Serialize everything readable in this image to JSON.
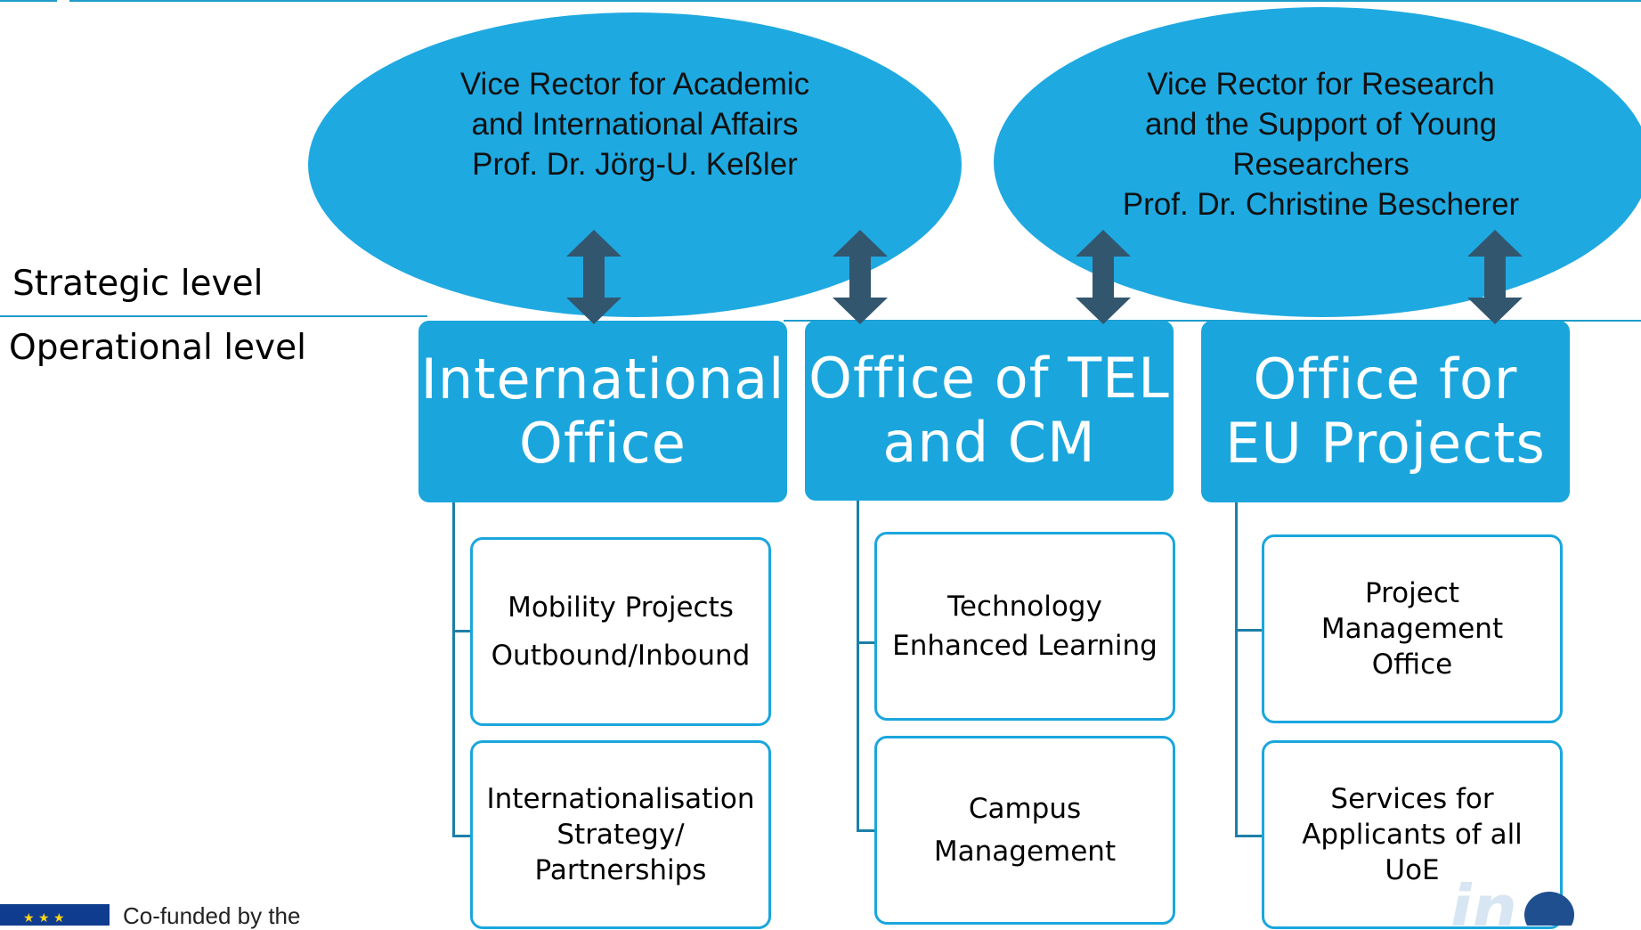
{
  "levels": {
    "strategic": "Strategic level",
    "operational": "Operational level"
  },
  "vice_rectors": [
    {
      "lines": [
        "Vice Rector for Academic",
        "and International Affairs",
        "Prof. Dr. Jörg-U. Keßler"
      ]
    },
    {
      "lines": [
        "Vice Rector for Research",
        "and the Support of Young",
        "Researchers",
        "Prof. Dr. Christine Bescherer"
      ]
    }
  ],
  "offices": [
    {
      "lines": [
        "International",
        "Office"
      ],
      "subs": [
        {
          "lines": [
            "Mobility Projects",
            "Outbound/Inbound"
          ]
        },
        {
          "lines": [
            "Internationalisation",
            "Strategy/",
            "Partnerships"
          ]
        }
      ]
    },
    {
      "lines": [
        "Office of TEL",
        "and CM"
      ],
      "subs": [
        {
          "lines": [
            "Technology",
            "Enhanced Learning"
          ]
        },
        {
          "lines": [
            "Campus",
            "Management"
          ]
        }
      ]
    },
    {
      "lines": [
        "Office for",
        "EU Projects"
      ],
      "subs": [
        {
          "lines": [
            "Project",
            "Management",
            "Office"
          ]
        },
        {
          "lines": [
            "Services for",
            "Applicants of all",
            "UoE"
          ]
        }
      ]
    }
  ],
  "footer": {
    "cofunded": "Co-funded by the"
  },
  "colors": {
    "ellipse": "#1fa9e1",
    "office": "#1aa6dd",
    "arrow": "#33566f",
    "line": "#1e9ccb"
  }
}
